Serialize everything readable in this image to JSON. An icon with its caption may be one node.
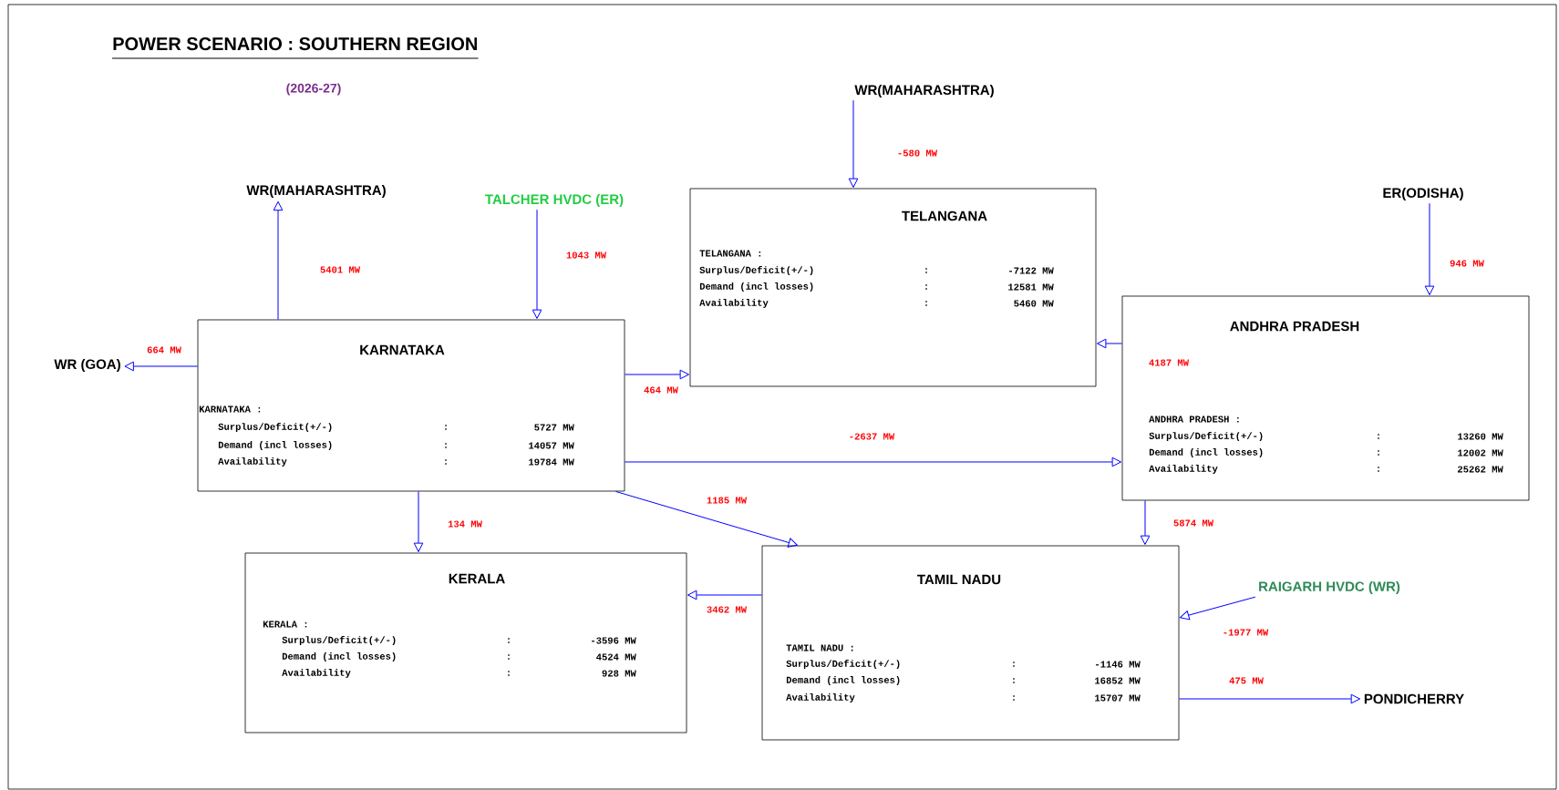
{
  "diagram": {
    "title": "POWER SCENARIO : SOUTHERN REGION",
    "nodes": [
      {
        "text": [
          "KARNATAKA",
          "KARNATAKA :",
          "Surplus/Deficit(+/-)",
          ":",
          "5727 MW",
          "Demand (incl losses)",
          ":",
          "14057 MW",
          "Availability",
          ":",
          "19784 MW"
        ]
      },
      {
        "text": [
          "TELANGANA",
          "TELANGANA :",
          "Surplus/Deficit(+/-)",
          ":",
          "-7122 MW",
          "Demand (incl losses)",
          ":",
          "12581 MW",
          "Availability",
          ":",
          "5460 MW"
        ]
      },
      {
        "text": [
          "ANDHRA PRADESH",
          "ANDHRA PRADESH :",
          "Surplus/Deficit(+/-)",
          ":",
          "13260 MW",
          "Demand (incl losses)",
          ":",
          "12002 MW",
          "Availability",
          ":",
          "25262 MW"
        ]
      },
      {
        "text": [
          "KERALA",
          "KERALA :",
          "Surplus/Deficit(+/-)",
          ":",
          "-3596 MW",
          "Demand (incl losses)",
          ":",
          "4524 MW",
          "Availability",
          ":",
          "928 MW"
        ]
      },
      {
        "text": [
          "TAMIL NADU",
          "TAMIL NADU :",
          "Surplus/Deficit(+/-)",
          ":",
          "-1146 MW",
          "Demand (incl losses)",
          ":",
          "16852 MW",
          "Availability",
          ":",
          "15707 MW"
        ]
      },
      {
        "text": [
          "WR(MAHARASHTRA)"
        ]
      },
      {
        "text": [
          "TALCHER HVDC (ER)"
        ]
      },
      {
        "text": [
          "WR(MAHARASHTRA)"
        ]
      },
      {
        "text": [
          "ER(ODISHA)"
        ]
      },
      {
        "text": [
          "WR (GOA)"
        ]
      },
      {
        "text": [
          "RAIGARH HVDC (WR)"
        ]
      },
      {
        "text": [
          "PONDICHERRY"
        ]
      }
    ],
    "edges": [
      {
        "from": 0,
        "to": 5,
        "arrow": "to",
        "label": "5401 MW"
      },
      {
        "from": 6,
        "to": 0,
        "arrow": "to",
        "label": "1043 MW"
      },
      {
        "from": 0,
        "to": 9,
        "arrow": "to",
        "label": "664 MW"
      },
      {
        "from": 0,
        "to": 1,
        "arrow": "to",
        "label": "464 MW"
      },
      {
        "from": 7,
        "to": 1,
        "arrow": "to",
        "label": "-580 MW"
      },
      {
        "from": 8,
        "to": 2,
        "arrow": "to",
        "label": "946 MW"
      },
      {
        "from": 2,
        "to": 1,
        "arrow": "to",
        "label": "4187 MW"
      },
      {
        "from": 0,
        "to": 2,
        "arrow": "to",
        "label": "-2637 MW"
      },
      {
        "from": 0,
        "to": 4,
        "arrow": "to",
        "label": "1185 MW"
      },
      {
        "from": 0,
        "to": 3,
        "arrow": "to",
        "label": "134 MW"
      },
      {
        "from": 4,
        "to": 3,
        "arrow": "to",
        "label": "3462 MW"
      },
      {
        "from": 2,
        "to": 4,
        "arrow": "to",
        "label": "5874 MW"
      },
      {
        "from": 10,
        "to": 4,
        "arrow": "to",
        "label": "-1977 MW"
      },
      {
        "from": 4,
        "to": 11,
        "arrow": "to",
        "label": "475 MW"
      }
    ],
    "labels": [
      "(2026-27)"
    ]
  }
}
